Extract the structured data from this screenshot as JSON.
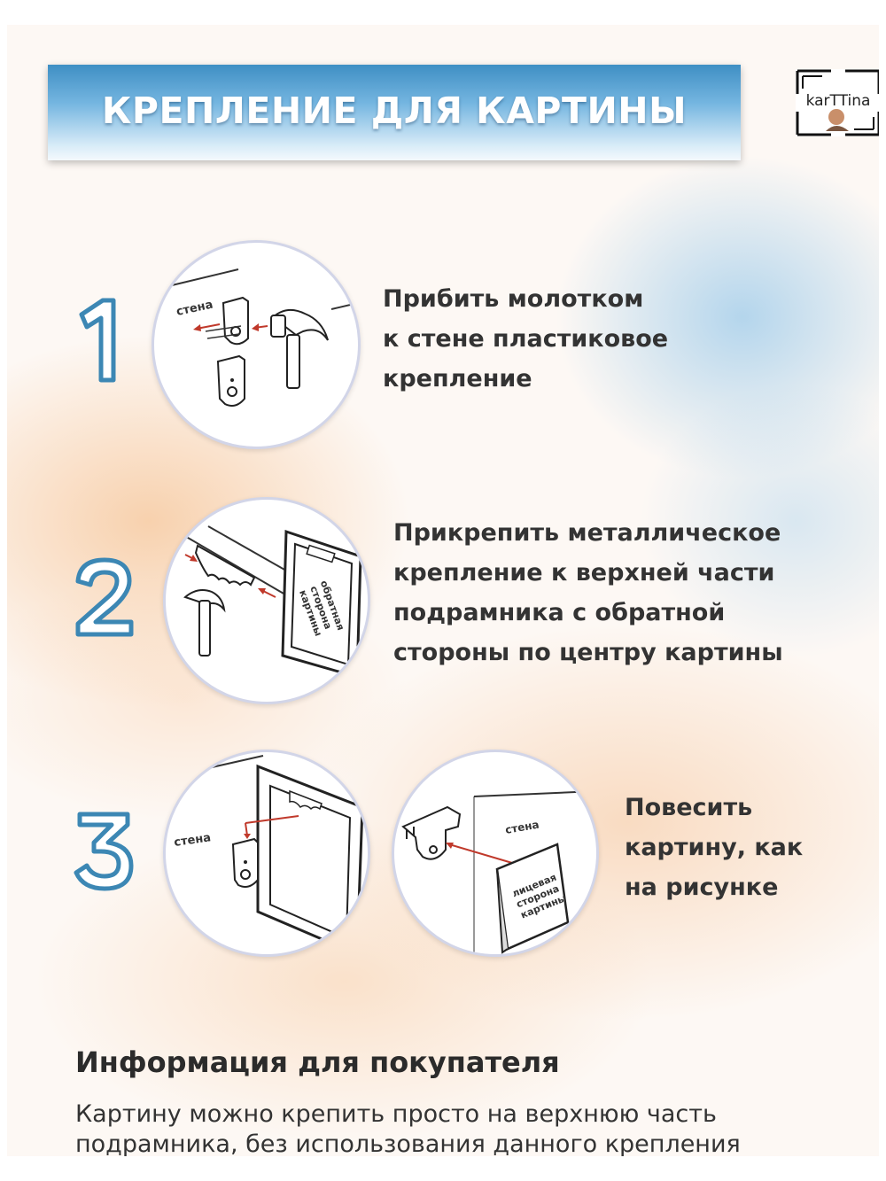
{
  "header": {
    "title": "КРЕПЛЕНИЕ ДЛЯ КАРТИНЫ",
    "logo_text": "karTTina"
  },
  "steps": [
    {
      "number": "1",
      "lines": [
        "Прибить молотком",
        "к стене пластиковое",
        "крепление"
      ],
      "illustration_labels": [
        "стена"
      ]
    },
    {
      "number": "2",
      "lines": [
        "Прикрепить металлическое",
        "крепление к верхней части",
        "подрамника с обратной",
        "стороны по центру картины"
      ],
      "illustration_labels": [
        "обратная",
        "сторона",
        "картины"
      ]
    },
    {
      "number": "3",
      "lines": [
        "Повесить",
        "картину, как",
        "на рисунке"
      ],
      "illustration_labels": [
        "стена",
        "стена",
        "лицевая",
        "сторона",
        "картины"
      ]
    }
  ],
  "info": {
    "title": "Информация для покупателя",
    "lines": [
      "Картину можно крепить просто на верхнюю часть",
      "подрамника, без использования данного крепления"
    ]
  },
  "colors": {
    "banner_top": "#3f8fc4",
    "number_stroke": "#3c87b4",
    "text": "#333333"
  },
  "icons": [
    "hammer-icon",
    "plastic-mount-icon",
    "metal-mount-icon",
    "frame-icon",
    "arrow-icon"
  ]
}
